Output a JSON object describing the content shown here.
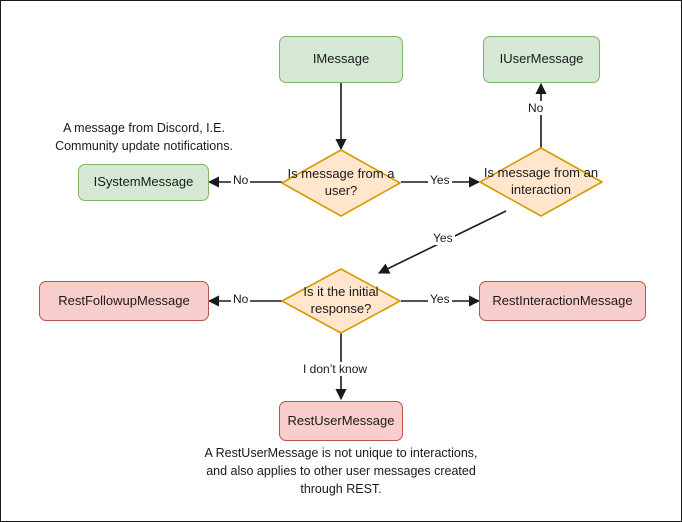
{
  "diagram": {
    "title": "Discord message type decision flowchart",
    "colors": {
      "green_fill": "#d5e8d4",
      "green_stroke": "#82b366",
      "orange_fill": "#ffe6cc",
      "orange_stroke": "#d79b00",
      "pink_fill": "#f8cecc",
      "pink_stroke": "#b85450",
      "edge_stroke": "#1a1a1a",
      "canvas_border": "#1a1a1a",
      "background": "#ffffff"
    },
    "nodes": {
      "imessage": "IMessage",
      "iusermessage": "IUserMessage",
      "isystemmessage": "ISystemMessage",
      "is_message_from_a_user": "Is message from a user?",
      "is_message_from_an_interaction": "Is message from an interaction",
      "is_it_the_initial_response": "Is it the initial response?",
      "restfollowupmessage": "RestFollowupMessage",
      "restinteractionmessage": "RestInteractionMessage",
      "restusermessage": "RestUserMessage"
    },
    "edge_labels": {
      "user_no": "No",
      "user_yes": "Yes",
      "interaction_no": "No",
      "interaction_yes": "Yes",
      "initial_no": "No",
      "initial_yes": "Yes",
      "dont_know": "I don’t know"
    },
    "notes": {
      "system_message": {
        "line1": "A message from Discord, I.E.",
        "line2": "Community update notifications."
      },
      "rest_user_message": {
        "line1": "A RestUserMessage is not unique to interactions,",
        "line2": "and also applies to other user messages created",
        "line3": "through REST."
      }
    }
  }
}
